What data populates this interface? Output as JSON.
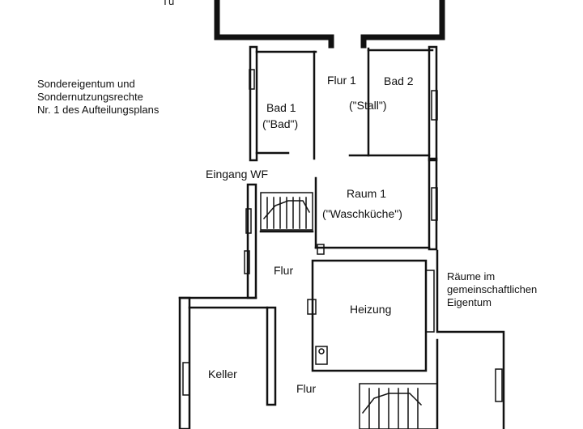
{
  "notes": {
    "top_fragment": "Tü",
    "sondereigentum": [
      "Sondereigentum und",
      "Sondernutzungsrechte",
      "Nr. 1 des Aufteilungsplans"
    ],
    "gemeinschaft": [
      "Räume im",
      "gemeinschaftlichen",
      "Eigentum"
    ]
  },
  "rooms": {
    "flur1": "Flur 1",
    "bad2": "Bad 2",
    "stall": "(\"Stall\")",
    "bad1": "Bad 1",
    "bad1_alias": "(\"Bad\")",
    "eingang": "Eingang  WF",
    "raum1": "Raum 1",
    "waschkueche": "(\"Waschküche\")",
    "flur_mid": "Flur",
    "heizung": "Heizung",
    "keller": "Keller",
    "flur_low": "Flur"
  }
}
